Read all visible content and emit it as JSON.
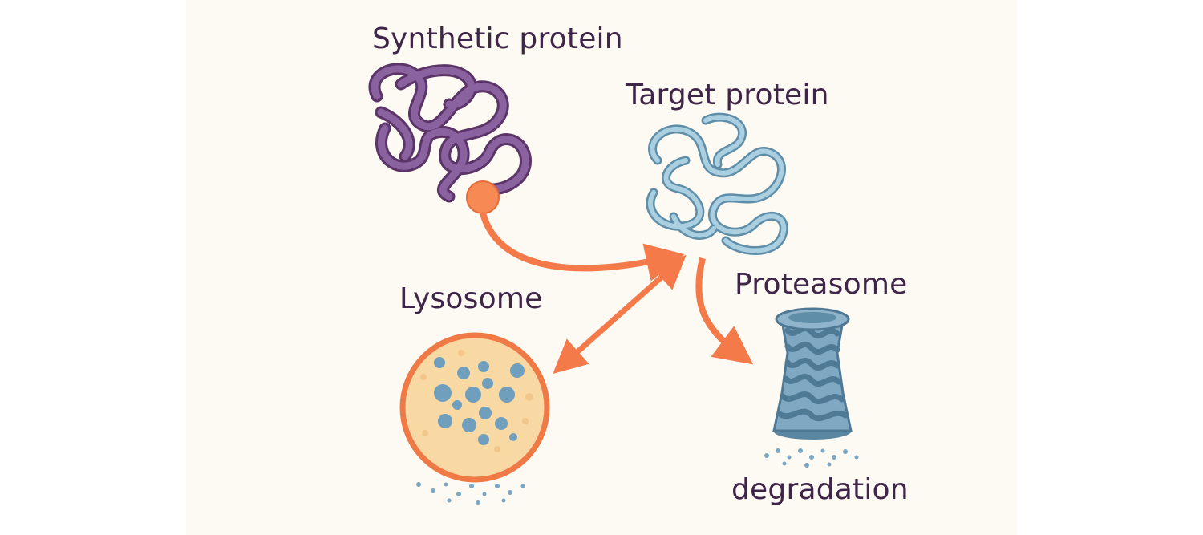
{
  "labels": {
    "synthetic_protein": "Synthetic protein",
    "target_protein": "Target protein",
    "lysosome": "Lysosome",
    "proteasome": "Proteasome",
    "degradation": "degradation"
  },
  "colors": {
    "background": "#fdf9f3",
    "label_text": "#3f2548",
    "synthetic_protein": "#7a4f8c",
    "target_protein": "#8db6cc",
    "arrow": "#f47a4a",
    "lysosome_fill": "#f8d9a4",
    "lysosome_ring": "#f07a45",
    "particle": "#6f9fbd",
    "proteasome": "#6f9ab5"
  }
}
